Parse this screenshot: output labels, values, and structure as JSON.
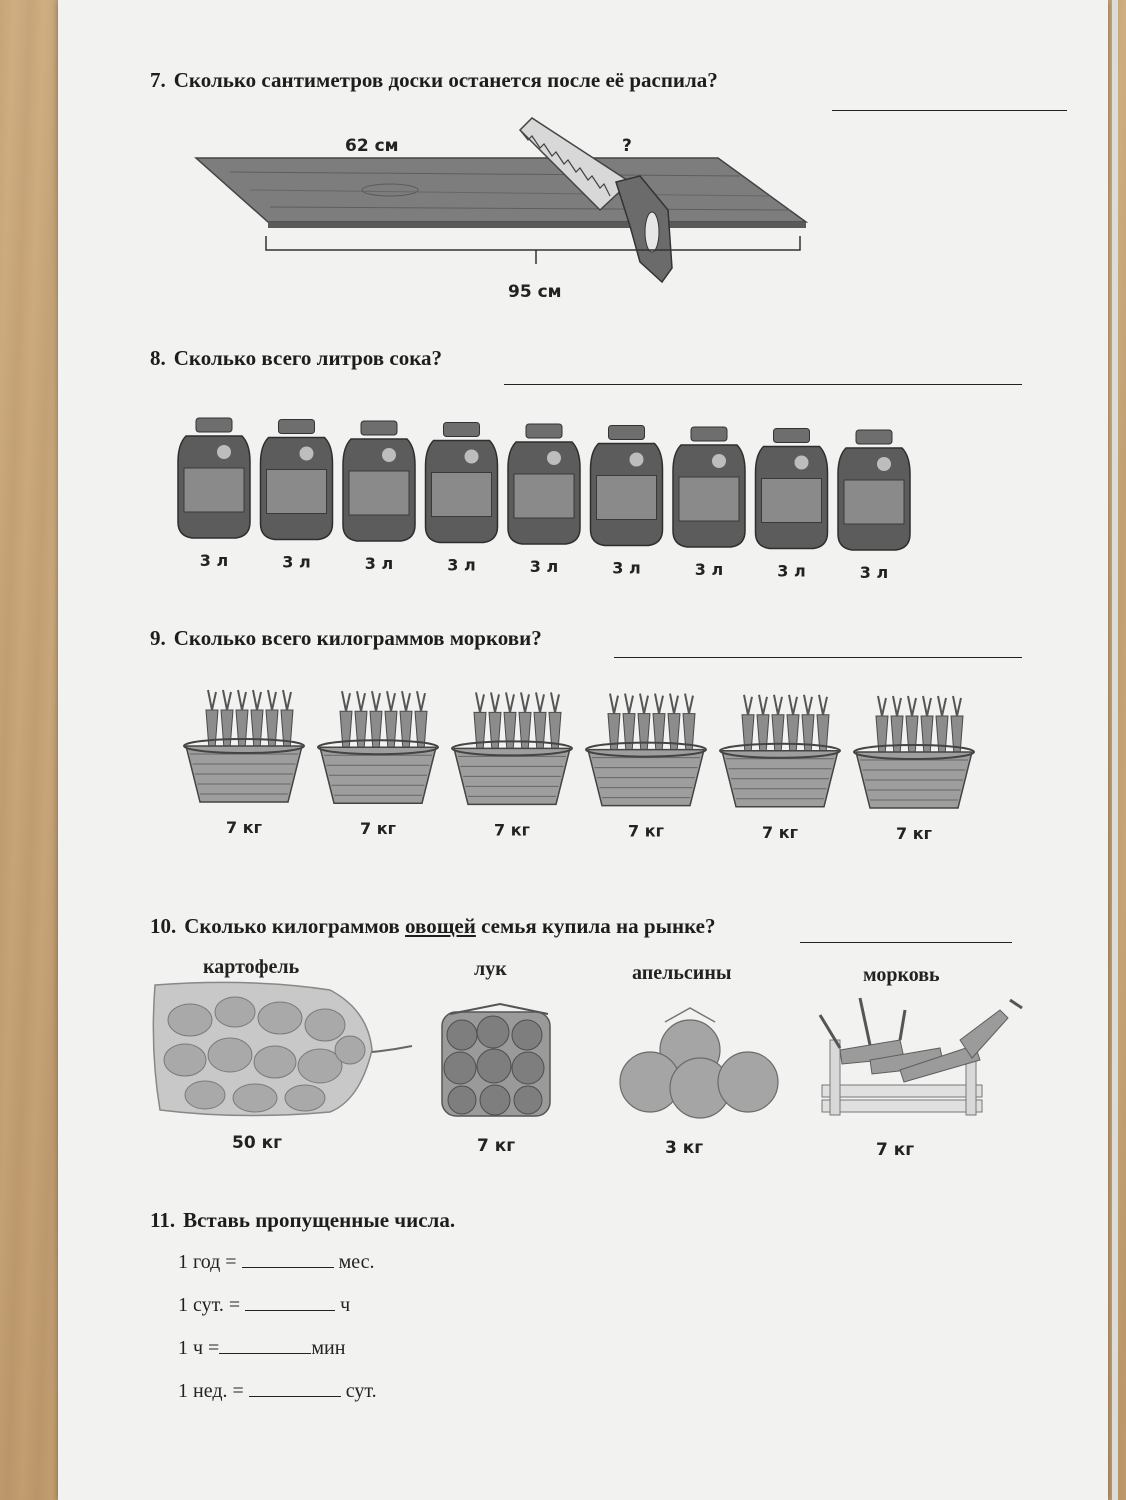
{
  "q7": {
    "number": "7.",
    "text": "Сколько сантиметров доски останется после её распила?",
    "label_cut": "62 см",
    "label_unknown": "?",
    "label_total": "95 см"
  },
  "q8": {
    "number": "8.",
    "text": "Сколько всего литров сока?",
    "jars": [
      "3 л",
      "3 л",
      "3 л",
      "3 л",
      "3 л",
      "3 л",
      "3 л",
      "3 л",
      "3 л"
    ]
  },
  "q9": {
    "number": "9.",
    "text": "Сколько всего килограммов моркови?",
    "baskets": [
      "7 кг",
      "7 кг",
      "7 кг",
      "7 кг",
      "7 кг",
      "7 кг"
    ]
  },
  "q10": {
    "number": "10.",
    "text_before": "Сколько килограммов ",
    "text_underlined": "овощей",
    "text_after": " семья купила на рынке?",
    "items": [
      {
        "name": "картофель",
        "weight": "50 кг"
      },
      {
        "name": "лук",
        "weight": "7 кг"
      },
      {
        "name": "апельсины",
        "weight": "3 кг"
      },
      {
        "name": "морковь",
        "weight": "7 кг"
      }
    ]
  },
  "q11": {
    "number": "11.",
    "text": "Вставь пропущенные числа.",
    "rows": [
      {
        "left": "1 год =",
        "right": "мес."
      },
      {
        "left": "1 сут. =",
        "right": "ч"
      },
      {
        "left": "1 ч =",
        "right": "мин"
      },
      {
        "left": "1 нед. =",
        "right": "сут."
      }
    ]
  },
  "colors": {
    "paper": "#f2f2f0",
    "ink": "#1d1d1d",
    "table": "#c9a97e"
  }
}
